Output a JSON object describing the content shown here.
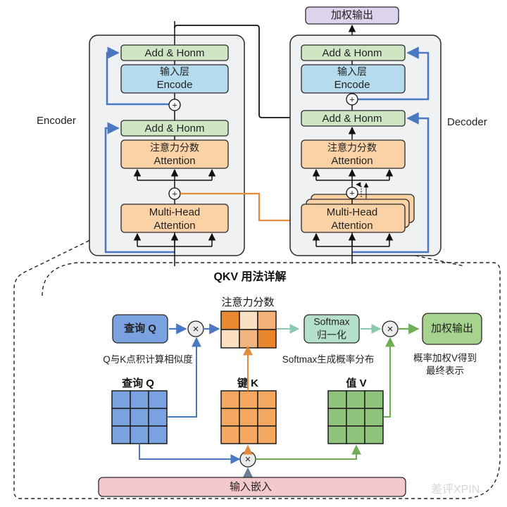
{
  "colors": {
    "panel_bg": "#f0f1f2",
    "green_box": "#cfe6c4",
    "blue_box": "#b5dcee",
    "orange_box": "#fbd2a6",
    "purple_box": "#ddd3ec",
    "pink_box": "#f4c9cc",
    "query_blue": "#7ba2e0",
    "key_orange": "#f5a861",
    "value_green": "#8fc27a",
    "softmax_green": "#b5e0cc",
    "output_green": "#a6d38e",
    "blue_line": "#4a78c2",
    "orange_line": "#e38a3c",
    "green_line": "#6fae55",
    "teal_line": "#8ccab0"
  },
  "encoder": {
    "label": "Encoder",
    "add_norm_top": "Add & Honm",
    "input_layer_line1": "输入层",
    "input_layer_line2": "Encode",
    "add_norm_mid": "Add & Honm",
    "attention_line1": "注意力分数",
    "attention_line2": "Attention",
    "mha_line1": "Multi-Head",
    "mha_line2": "Attention"
  },
  "decoder": {
    "label": "Decoder",
    "output_box": "加权输出",
    "add_norm_top": "Add & Honm",
    "input_layer_line1": "输入层",
    "input_layer_line2": "Encode",
    "add_norm_mid": "Add & Honm",
    "attention_line1": "注意力分数",
    "attention_line2": "Attention",
    "mha_line1": "Multi-Head",
    "mha_line2": "Attention"
  },
  "qkv": {
    "title": "QKV 用法详解",
    "query_box": "查询 Q",
    "dot_caption": "Q与K点积计算相似度",
    "score_title": "注意力分数",
    "score_heatmap": [
      [
        "#e8892f",
        "#fbe1c4",
        "#f2b27a"
      ],
      [
        "#fbdfc0",
        "#f3b57f",
        "#e8852c"
      ]
    ],
    "softmax_line1": "Softmax",
    "softmax_line2": "归一化",
    "softmax_caption": "Softmax生成概率分布",
    "output_box": "加权输出",
    "output_caption_line1": "概率加权V得到",
    "output_caption_line2": "最终表示",
    "query_matrix_title": "查询 Q",
    "key_matrix_title": "键 K",
    "value_matrix_title": "值 V",
    "embedding": "输入嵌入"
  },
  "symbols": {
    "plus": "+",
    "times": "×"
  },
  "watermark": "差评XPIN"
}
